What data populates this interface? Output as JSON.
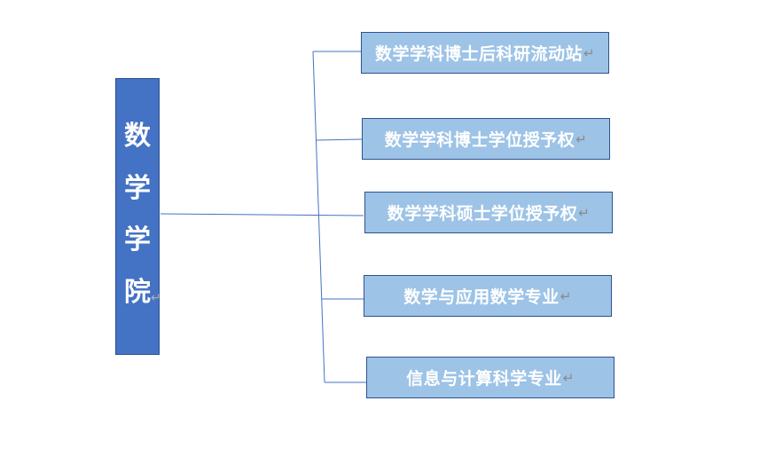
{
  "root": {
    "chars": [
      "数",
      "学",
      "学",
      "院"
    ]
  },
  "children": [
    {
      "label": "数学学科博士后科研流动站"
    },
    {
      "label": "数学学科博士学位授予权"
    },
    {
      "label": "数学学科硕士学位授予权"
    },
    {
      "label": "数学与应用数学专业"
    },
    {
      "label": "信息与计算科学专业"
    }
  ],
  "paragraph_mark": "↵",
  "colors": {
    "root_fill": "#4472c4",
    "child_fill": "#9dc3e6",
    "border": "#2f528f",
    "line": "#4472c4",
    "text": "#ffffff"
  }
}
